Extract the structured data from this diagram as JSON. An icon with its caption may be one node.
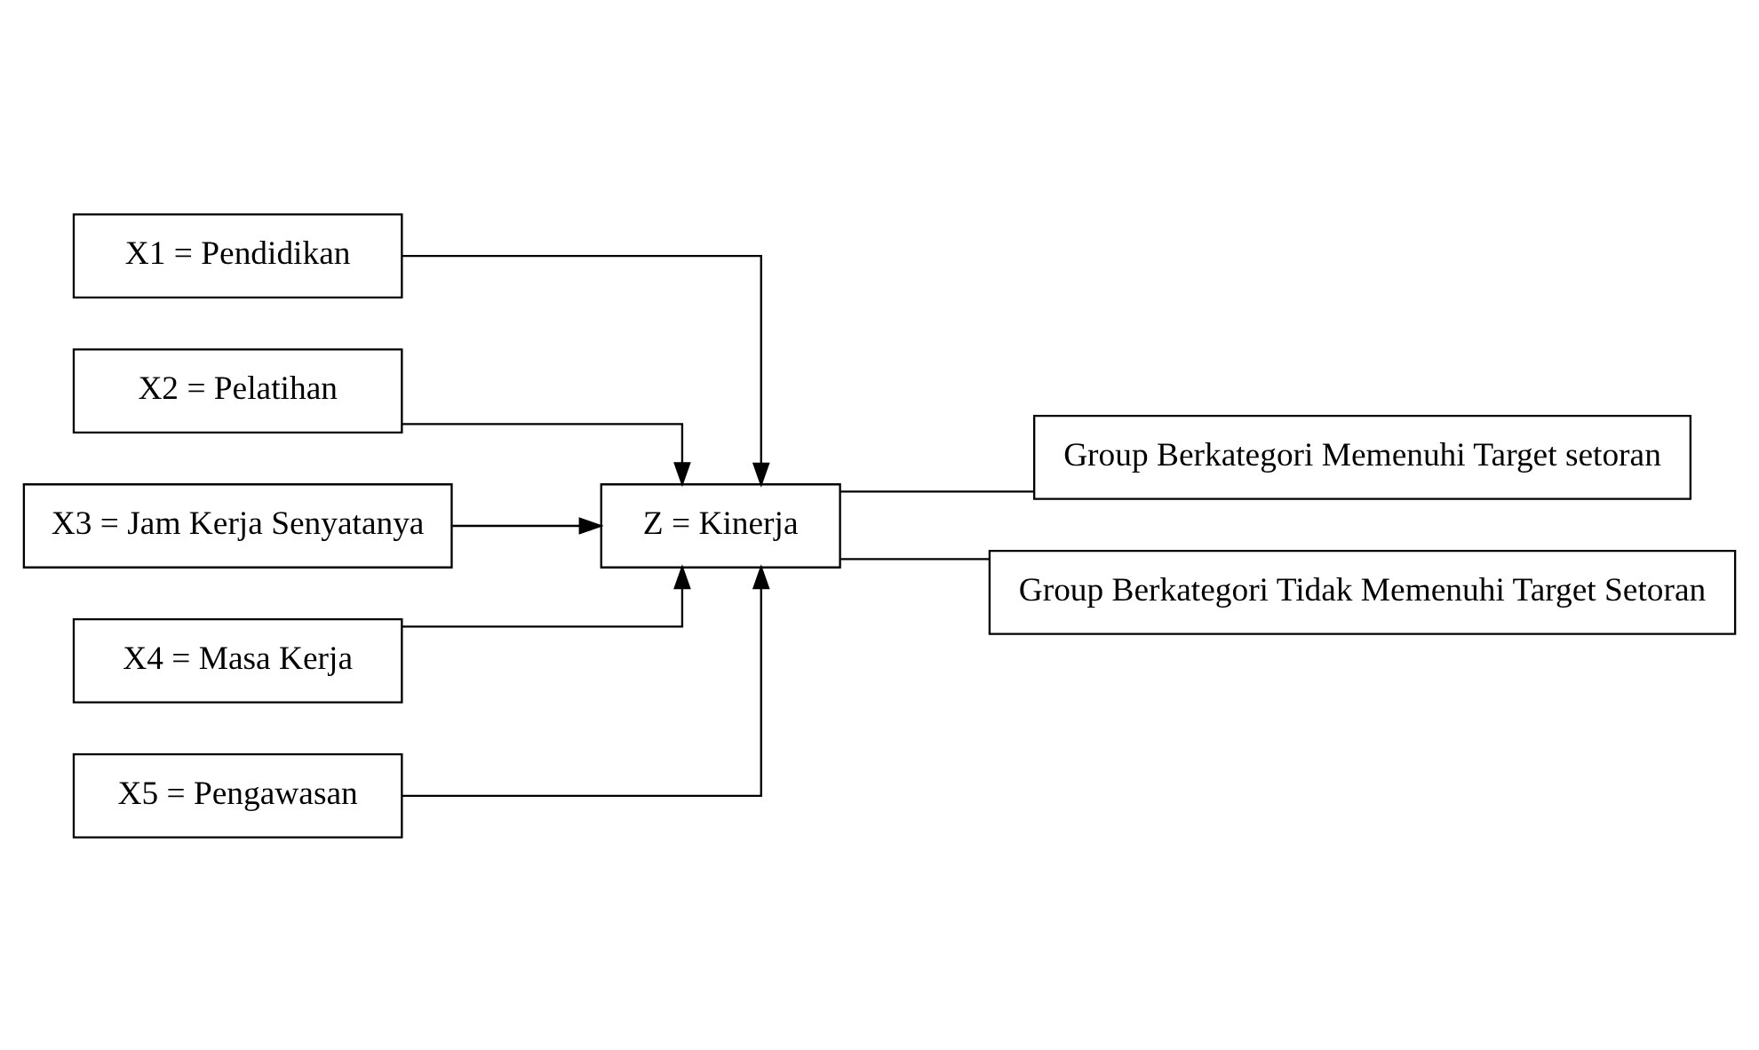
{
  "diagram": {
    "nodes": [
      {
        "text": [
          "X1 = Pendidikan"
        ]
      },
      {
        "text": [
          "X2 = Pelatihan"
        ]
      },
      {
        "text": [
          "X3 = Jam Kerja Senyatanya"
        ]
      },
      {
        "text": [
          "X4 = Masa Kerja"
        ]
      },
      {
        "text": [
          "X5 = Pengawasan"
        ]
      },
      {
        "text": [
          "Z = Kinerja"
        ]
      },
      {
        "text": [
          "Group Berkategori Memenuhi Target setoran"
        ]
      },
      {
        "text": [
          "Group Berkategori Tidak Memenuhi Target Setoran"
        ]
      }
    ],
    "edges": [
      {
        "from": 0,
        "to": 5,
        "arrow": "to"
      },
      {
        "from": 1,
        "to": 5,
        "arrow": "to"
      },
      {
        "from": 2,
        "to": 5,
        "arrow": "to"
      },
      {
        "from": 3,
        "to": 5,
        "arrow": "to"
      },
      {
        "from": 4,
        "to": 5,
        "arrow": "to"
      },
      {
        "from": 5,
        "to": 6,
        "arrow": "none"
      },
      {
        "from": 5,
        "to": 7,
        "arrow": "none"
      }
    ]
  }
}
